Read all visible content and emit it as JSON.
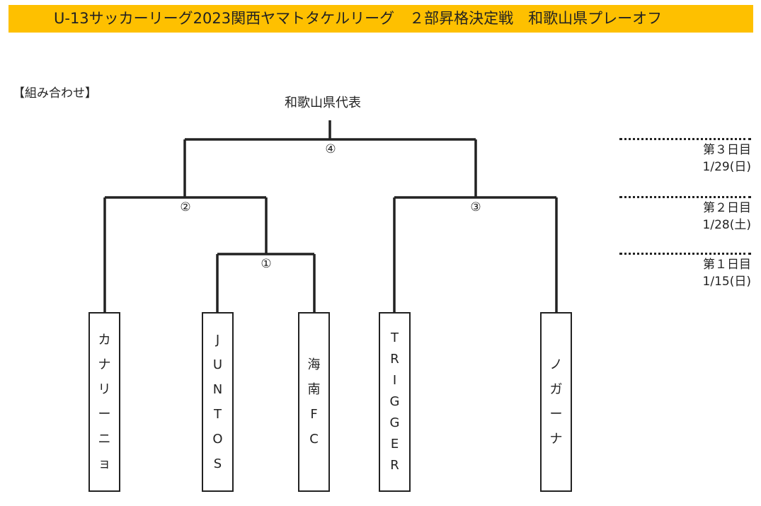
{
  "header": {
    "title": "U-13サッカーリーグ2023関西ヤマトタケルリーグ　２部昇格決定戦　和歌山県プレーオフ",
    "accent_color": "#fec000"
  },
  "section_label": "【組み合わせ】",
  "bracket": {
    "champion_label": "和歌山県代表",
    "matches": [
      {
        "number": "①"
      },
      {
        "number": "②"
      },
      {
        "number": "③"
      },
      {
        "number": "④"
      }
    ],
    "teams": [
      {
        "chars": [
          "カ",
          "ナ",
          "リ",
          "ー",
          "ニ",
          "ョ"
        ]
      },
      {
        "chars": [
          "J",
          "U",
          "N",
          "T",
          "O",
          "S"
        ]
      },
      {
        "chars": [
          "海",
          "南",
          "F",
          "C"
        ]
      },
      {
        "chars": [
          "T",
          "R",
          "I",
          "G",
          "G",
          "E",
          "R"
        ]
      },
      {
        "chars": [
          "ノ",
          "ガ",
          "ー",
          "ナ"
        ]
      }
    ]
  },
  "schedule": [
    {
      "day": "第３日目",
      "date": "1/29(日)"
    },
    {
      "day": "第２日目",
      "date": "1/28(土)"
    },
    {
      "day": "第１日目",
      "date": "1/15(日)"
    }
  ]
}
